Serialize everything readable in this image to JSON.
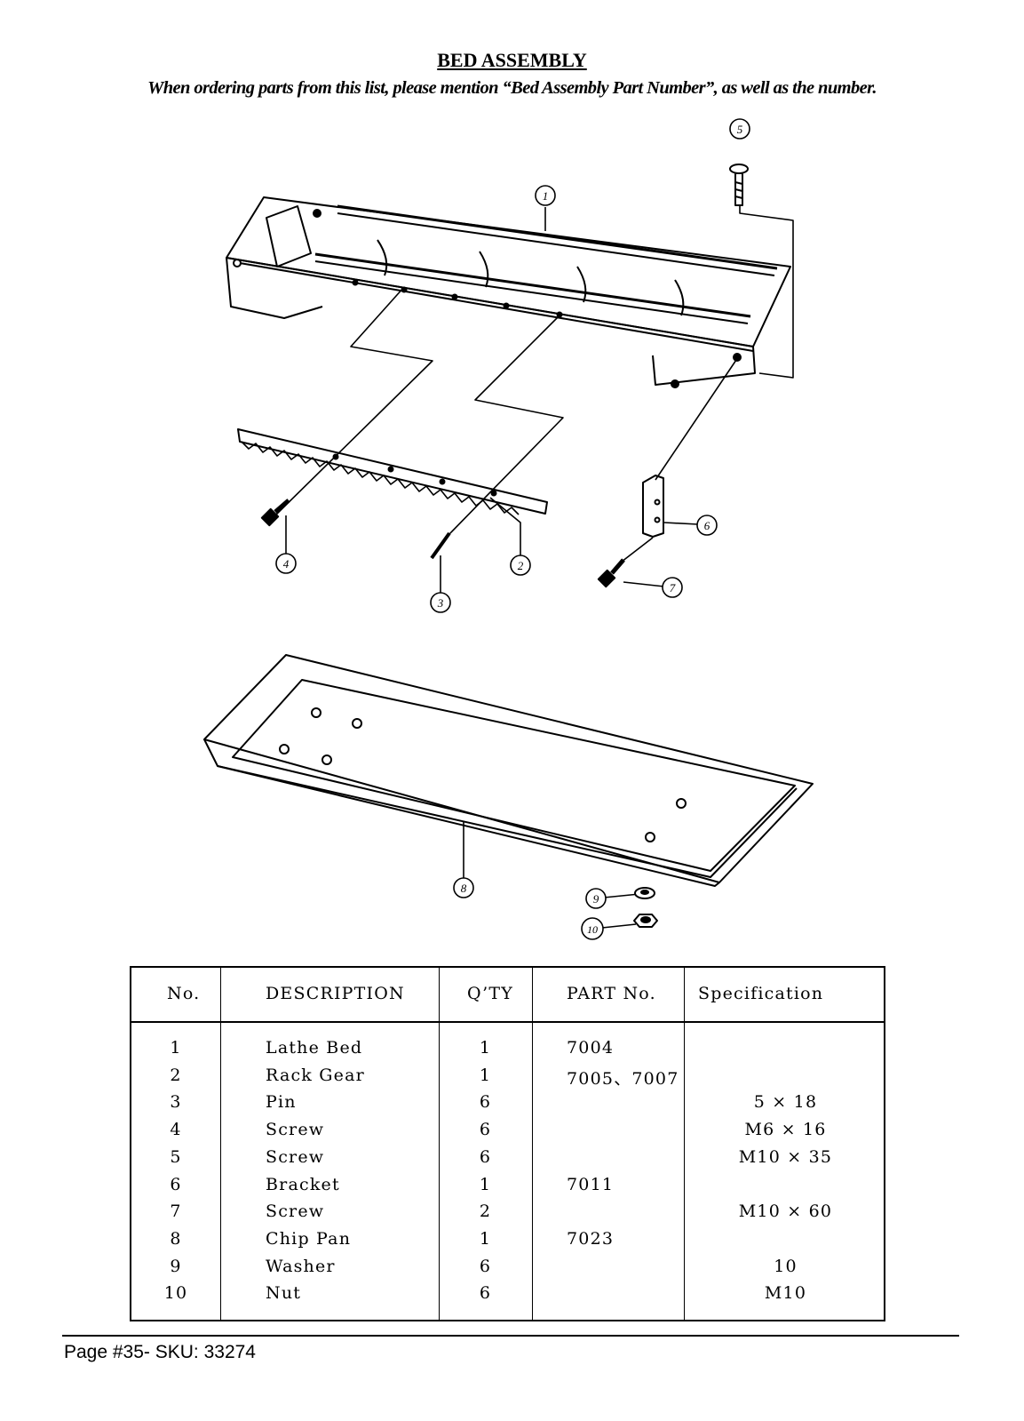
{
  "header": {
    "title": "BED ASSEMBLY",
    "subtitle": "When ordering parts from this list, please mention “Bed Assembly Part Number”, as well as the number."
  },
  "diagram": {
    "callouts": [
      "1",
      "2",
      "3",
      "4",
      "5",
      "6",
      "7",
      "8",
      "9",
      "10"
    ]
  },
  "table": {
    "headers": [
      "No.",
      "DESCRIPTION",
      "Q’TY",
      "PART No.",
      "Specification"
    ],
    "rows": [
      {
        "no": "1",
        "desc": "Lathe Bed",
        "qty": "1",
        "part": "7004",
        "spec": ""
      },
      {
        "no": "2",
        "desc": "Rack Gear",
        "qty": "1",
        "part": "7005、7007",
        "spec": ""
      },
      {
        "no": "3",
        "desc": "Pin",
        "qty": "6",
        "part": "",
        "spec": "5 × 18"
      },
      {
        "no": "4",
        "desc": "Screw",
        "qty": "6",
        "part": "",
        "spec": "M6 × 16"
      },
      {
        "no": "5",
        "desc": "Screw",
        "qty": "6",
        "part": "",
        "spec": "M10 × 35"
      },
      {
        "no": "6",
        "desc": "Bracket",
        "qty": "1",
        "part": "7011",
        "spec": ""
      },
      {
        "no": "7",
        "desc": "Screw",
        "qty": "2",
        "part": "",
        "spec": "M10 × 60"
      },
      {
        "no": "8",
        "desc": "Chip Pan",
        "qty": "1",
        "part": "7023",
        "spec": ""
      },
      {
        "no": "9",
        "desc": "Washer",
        "qty": "6",
        "part": "",
        "spec": "10"
      },
      {
        "no": "10",
        "desc": "Nut",
        "qty": "6",
        "part": "",
        "spec": "M10"
      }
    ]
  },
  "footer": {
    "text": "Page #35- SKU: 33274"
  }
}
